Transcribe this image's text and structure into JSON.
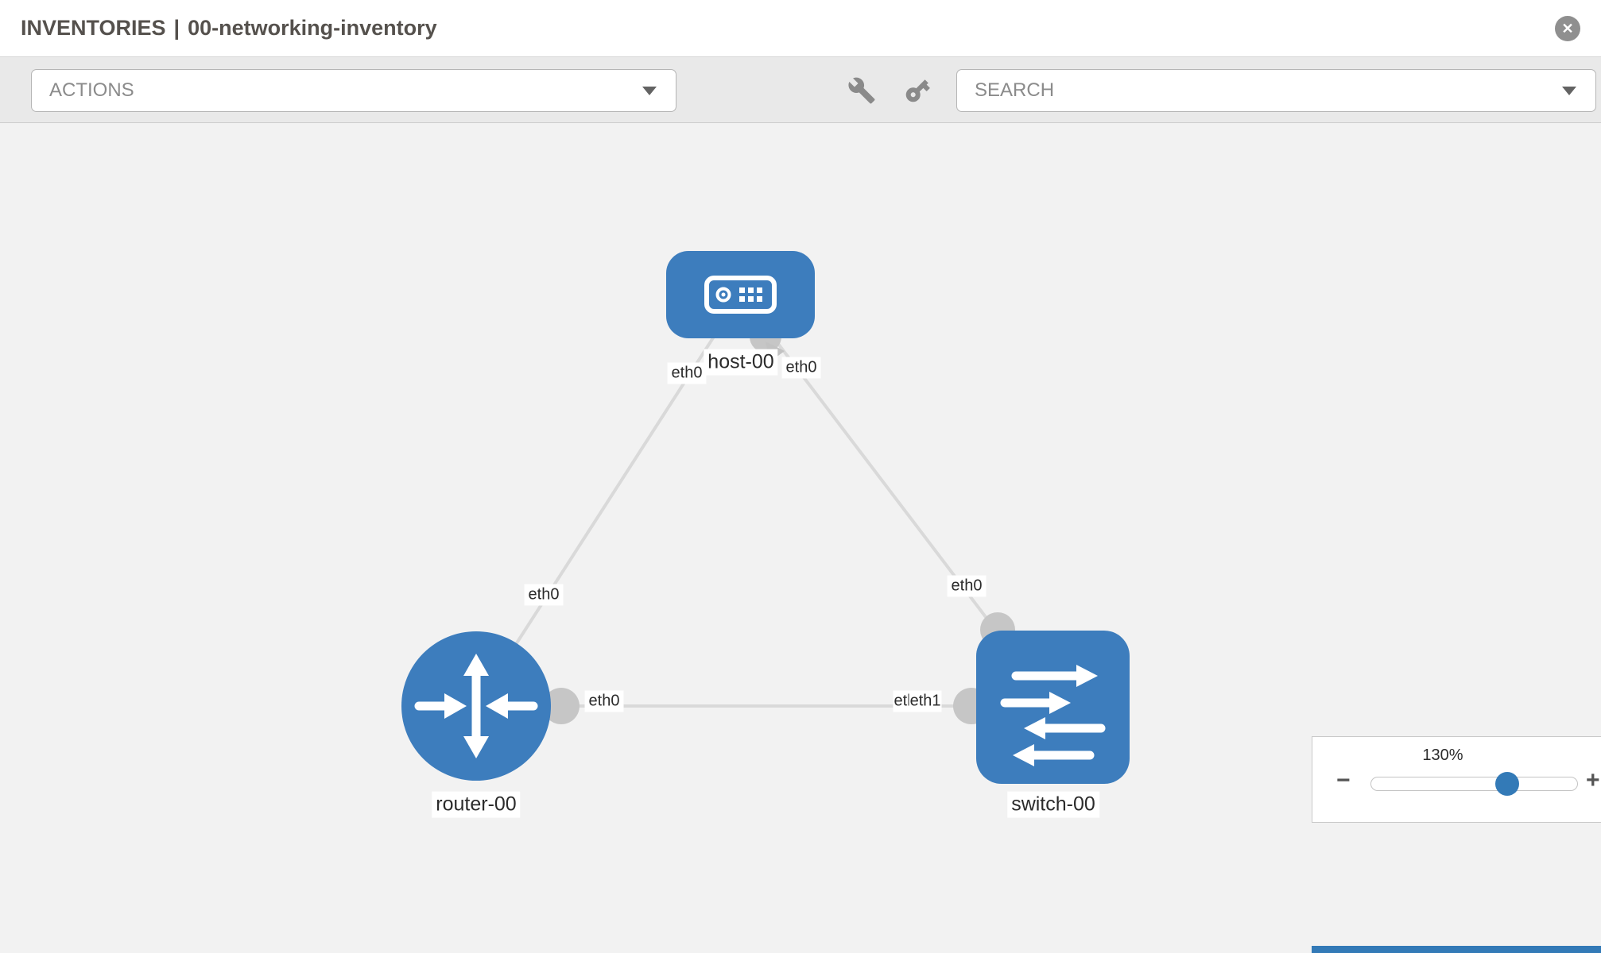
{
  "header": {
    "title_section": "INVENTORIES",
    "title_separator": "|",
    "title_item": "00-networking-inventory",
    "close_icon": "✕"
  },
  "toolbar": {
    "actions_placeholder": "ACTIONS",
    "search_placeholder": "SEARCH",
    "icons": [
      "wrench-icon",
      "key-icon"
    ]
  },
  "topology": {
    "nodes": [
      {
        "id": "host-00",
        "label": "host-00",
        "type": "host"
      },
      {
        "id": "router-00",
        "label": "router-00",
        "type": "router"
      },
      {
        "id": "switch-00",
        "label": "switch-00",
        "type": "switch"
      }
    ],
    "links": [
      {
        "from": "host-00",
        "to": "router-00",
        "from_label": "eth0",
        "to_label": "eth0"
      },
      {
        "from": "host-00",
        "to": "switch-00",
        "from_label": "eth0",
        "to_label": "eth0"
      },
      {
        "from": "router-00",
        "to": "switch-00",
        "from_label": "eth0",
        "to_label": "eth1",
        "to_label_overlap": "etl"
      }
    ]
  },
  "zoom_control": {
    "level": "130%",
    "minus_label": "−",
    "plus_label": "+",
    "percent": 66
  },
  "colors": {
    "node_fill": "#3d7dbd",
    "link_stroke": "#d9d9d9",
    "interface_fill": "#c6c6c6",
    "accent_blue": "#337ab7",
    "canvas_bg": "#f2f2f2"
  }
}
